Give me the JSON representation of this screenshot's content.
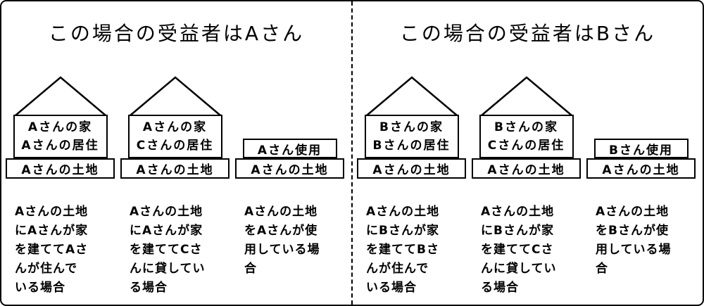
{
  "colors": {
    "background": "#ffffff",
    "line": "#000000"
  },
  "panels": [
    {
      "title": "この場合の受益者はAさん",
      "columns": [
        {
          "type": "house",
          "building_label": "Aさんの家",
          "occupancy_label": "Aさんの居住",
          "land_label": "Aさんの土地",
          "caption": "Aさんの土地\nにAさんが家\nを建ててAさ\nんが住んで\nいる場合"
        },
        {
          "type": "house",
          "building_label": "Aさんの家",
          "occupancy_label": "Cさんの居住",
          "land_label": "Aさんの土地",
          "caption": "Aさんの土地\nにAさんが家\nを建ててCさ\nんに貸してい\nる場合"
        },
        {
          "type": "land_only",
          "use_label": "Aさん使用",
          "land_label": "Aさんの土地",
          "caption": "Aさんの土地\nをAさんが使\n用している場\n合"
        }
      ]
    },
    {
      "title": "この場合の受益者はBさん",
      "columns": [
        {
          "type": "house",
          "building_label": "Bさんの家",
          "occupancy_label": "Bさんの居住",
          "land_label": "Aさんの土地",
          "caption": "Aさんの土地\nにBさんが家\nを建ててBさ\nんが住んで\nいる場合"
        },
        {
          "type": "house",
          "building_label": "Bさんの家",
          "occupancy_label": "Cさんの居住",
          "land_label": "Aさんの土地",
          "caption": "Aさんの土地\nにBさんが家\nを建ててCさ\nんに貸してい\nる場合"
        },
        {
          "type": "land_only",
          "use_label": "Bさん使用",
          "land_label": "Aさんの土地",
          "caption": "Aさんの土地\nをBさんが使\n用している場\n合"
        }
      ]
    }
  ]
}
